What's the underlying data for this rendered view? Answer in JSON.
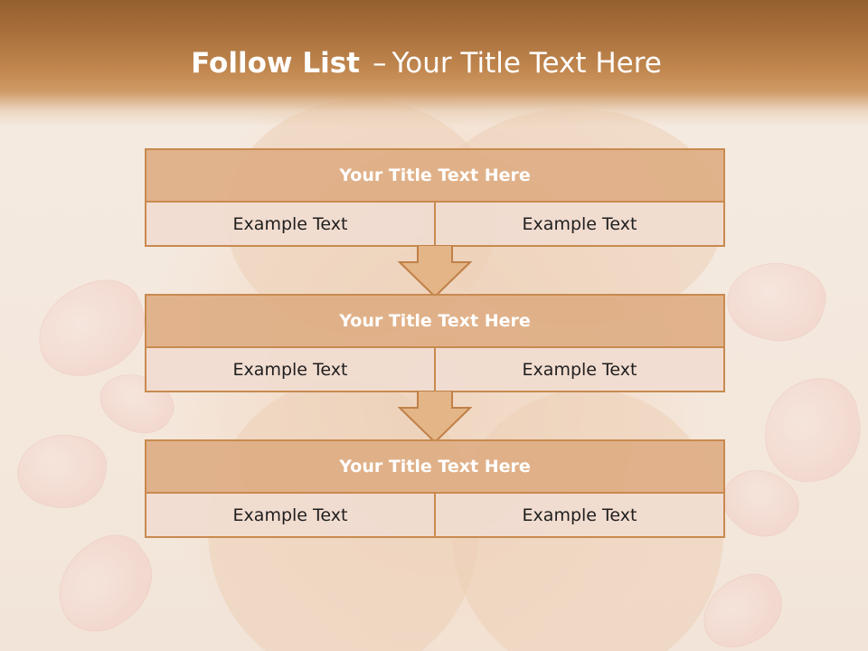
{
  "title": {
    "bold": "Follow List",
    "separator": "–",
    "rest": "Your Title Text Here"
  },
  "blocks": [
    {
      "header": "Your Title Text Here",
      "cells": [
        "Example Text",
        "Example Text"
      ]
    },
    {
      "header": "Your Title Text Here",
      "cells": [
        "Example Text",
        "Example Text"
      ]
    },
    {
      "header": "Your Title Text Here",
      "cells": [
        "Example Text",
        "Example Text"
      ]
    }
  ],
  "colors": {
    "header_band": "#a86f3c",
    "block_header_fill": "#deae84",
    "block_border": "#c88a4f",
    "block_row_fill": "#f0dcd0",
    "arrow_fill": "#e3b587"
  }
}
